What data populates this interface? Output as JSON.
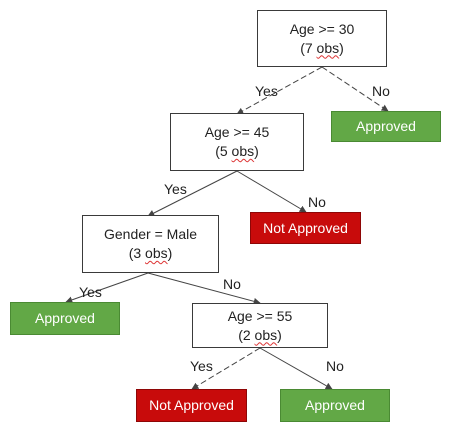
{
  "colors": {
    "approved_fill": "#62a846",
    "approved_border": "#4a8a33",
    "not_approved_fill": "#c80b0b",
    "not_approved_border": "#8e0606",
    "edge": "#444444"
  },
  "nodes": {
    "age30": {
      "condition": "Age >= 30",
      "obs_open": "(7 ",
      "obs_word": "obs",
      "obs_close": ")"
    },
    "age45": {
      "condition": "Age >= 45",
      "obs_open": "(5 ",
      "obs_word": "obs",
      "obs_close": ")"
    },
    "gender": {
      "condition": "Gender = Male",
      "obs_open": "(3 ",
      "obs_word": "obs",
      "obs_close": ")"
    },
    "age55": {
      "condition": "Age >= 55",
      "obs_open": "(2 ",
      "obs_word": "obs",
      "obs_close": ")"
    },
    "leaf_approved_1": {
      "label": "Approved"
    },
    "leaf_not_approved_1": {
      "label": "Not Approved"
    },
    "leaf_approved_2": {
      "label": "Approved"
    },
    "leaf_not_approved_2": {
      "label": "Not Approved"
    },
    "leaf_approved_3": {
      "label": "Approved"
    }
  },
  "edge_labels": {
    "age30_yes": "Yes",
    "age30_no": "No",
    "age45_yes": "Yes",
    "age45_no": "No",
    "gender_yes": "Yes",
    "gender_no": "No",
    "age55_yes": "Yes",
    "age55_no": "No"
  }
}
